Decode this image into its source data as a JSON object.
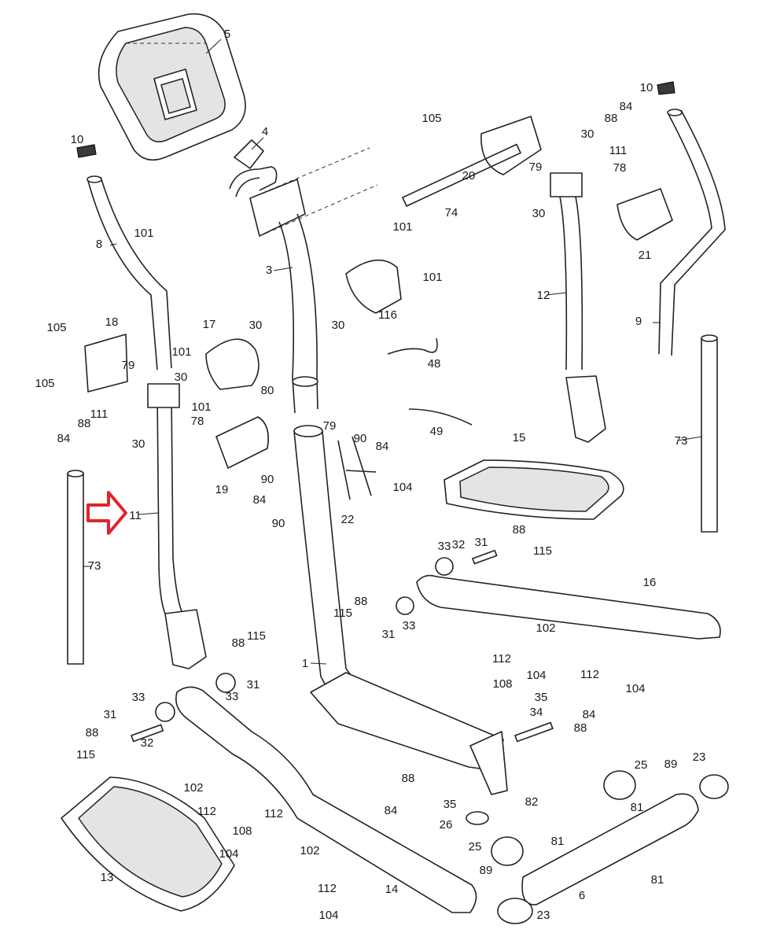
{
  "callouts": [
    {
      "t": "1"
    },
    {
      "t": "3"
    },
    {
      "t": "4"
    },
    {
      "t": "5"
    },
    {
      "t": "6"
    },
    {
      "t": "8"
    },
    {
      "t": "9"
    },
    {
      "t": "10"
    },
    {
      "t": "10"
    },
    {
      "t": "11"
    },
    {
      "t": "12"
    },
    {
      "t": "13"
    },
    {
      "t": "14"
    },
    {
      "t": "15"
    },
    {
      "t": "16"
    },
    {
      "t": "17"
    },
    {
      "t": "18"
    },
    {
      "t": "19"
    },
    {
      "t": "20"
    },
    {
      "t": "21"
    },
    {
      "t": "22"
    },
    {
      "t": "23"
    },
    {
      "t": "23"
    },
    {
      "t": "25"
    },
    {
      "t": "25"
    },
    {
      "t": "26"
    },
    {
      "t": "30"
    },
    {
      "t": "30"
    },
    {
      "t": "30"
    },
    {
      "t": "30"
    },
    {
      "t": "30"
    },
    {
      "t": "30"
    },
    {
      "t": "31"
    },
    {
      "t": "31"
    },
    {
      "t": "31"
    },
    {
      "t": "31"
    },
    {
      "t": "32"
    },
    {
      "t": "32"
    },
    {
      "t": "33"
    },
    {
      "t": "33"
    },
    {
      "t": "33"
    },
    {
      "t": "33"
    },
    {
      "t": "34"
    },
    {
      "t": "35"
    },
    {
      "t": "35"
    },
    {
      "t": "48"
    },
    {
      "t": "49"
    },
    {
      "t": "73"
    },
    {
      "t": "73"
    },
    {
      "t": "74"
    },
    {
      "t": "78"
    },
    {
      "t": "78"
    },
    {
      "t": "79"
    },
    {
      "t": "79"
    },
    {
      "t": "79"
    },
    {
      "t": "80"
    },
    {
      "t": "81"
    },
    {
      "t": "81"
    },
    {
      "t": "81"
    },
    {
      "t": "82"
    },
    {
      "t": "84"
    },
    {
      "t": "84"
    },
    {
      "t": "84"
    },
    {
      "t": "84"
    },
    {
      "t": "84"
    },
    {
      "t": "84"
    },
    {
      "t": "88"
    },
    {
      "t": "88"
    },
    {
      "t": "88"
    },
    {
      "t": "88"
    },
    {
      "t": "88"
    },
    {
      "t": "88"
    },
    {
      "t": "88"
    },
    {
      "t": "88"
    },
    {
      "t": "89"
    },
    {
      "t": "89"
    },
    {
      "t": "90"
    },
    {
      "t": "90"
    },
    {
      "t": "90"
    },
    {
      "t": "101"
    },
    {
      "t": "101"
    },
    {
      "t": "101"
    },
    {
      "t": "101"
    },
    {
      "t": "101"
    },
    {
      "t": "102"
    },
    {
      "t": "102"
    },
    {
      "t": "102"
    },
    {
      "t": "104"
    },
    {
      "t": "104"
    },
    {
      "t": "104"
    },
    {
      "t": "104"
    },
    {
      "t": "104"
    },
    {
      "t": "105"
    },
    {
      "t": "105"
    },
    {
      "t": "105"
    },
    {
      "t": "108"
    },
    {
      "t": "108"
    },
    {
      "t": "111"
    },
    {
      "t": "111"
    },
    {
      "t": "112"
    },
    {
      "t": "112"
    },
    {
      "t": "112"
    },
    {
      "t": "112"
    },
    {
      "t": "112"
    },
    {
      "t": "115"
    },
    {
      "t": "115"
    },
    {
      "t": "115"
    },
    {
      "t": "115"
    },
    {
      "t": "116"
    }
  ],
  "highlight": {
    "color": "#e0242c",
    "points_to": "11"
  },
  "colors": {
    "line": "#222222",
    "background": "#ffffff"
  }
}
